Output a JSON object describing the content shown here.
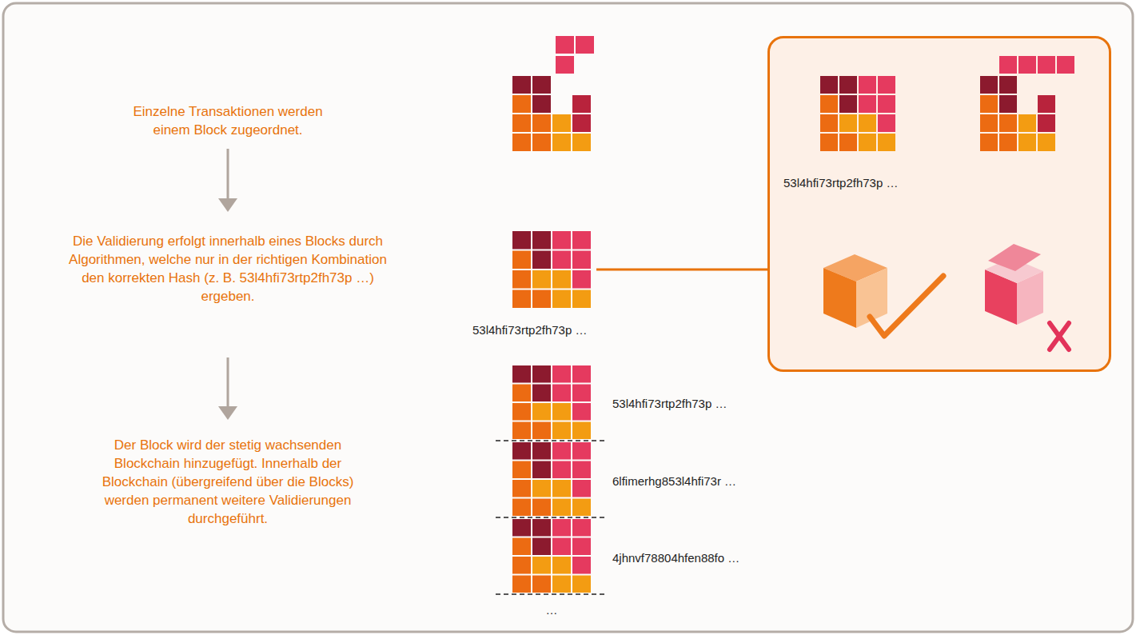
{
  "diagram": {
    "nodes": [
      {
        "text": [
          "53l4hfi73rtp2fh73p …"
        ]
      }
    ],
    "labels": [
      "Einzelne Transaktionen werden einem Block zugeordnet.",
      "Die Validierung erfolgt innerhalb eines Blocks durch Algorithmen, welche nur in der richtigen Kombination den korrekten Hash (z. B. 53l4hfi73rtp2fh73p …) ergeben.",
      "Der Block wird der stetig wachsenden Blockchain hinzugefügt. Innerhalb der Blockchain (übergreifend über die Blocks) werden permanent weitere Validierungen durchgeführt.",
      "53l4hfi73rtp2fh73p …",
      "53l4hfi73rtp2fh73p …",
      "6lfimerhg853l4hfi73r …",
      "4jhnvf78804hfen88fo …",
      "…"
    ]
  }
}
